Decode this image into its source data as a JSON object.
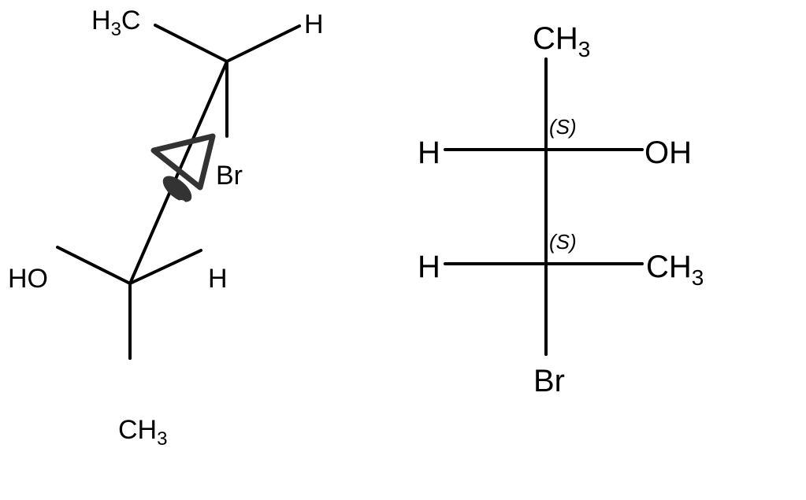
{
  "newman_like": {
    "top_left": {
      "main": "H",
      "sub": "3",
      "tail": "C"
    },
    "top_right": "H",
    "top_down": "Br",
    "bottom_left": "HO",
    "bottom_right": "H",
    "bottom_down": {
      "main": "CH",
      "sub": "3"
    },
    "viewer_icon": "eye-icon"
  },
  "fischer": {
    "top": {
      "main": "CH",
      "sub": "3"
    },
    "row1": {
      "left": "H",
      "right": "OH",
      "config": "(S)"
    },
    "row2": {
      "left": "H",
      "right": {
        "main": "CH",
        "sub": "3"
      },
      "config": "(S)"
    },
    "bottom": "Br"
  }
}
